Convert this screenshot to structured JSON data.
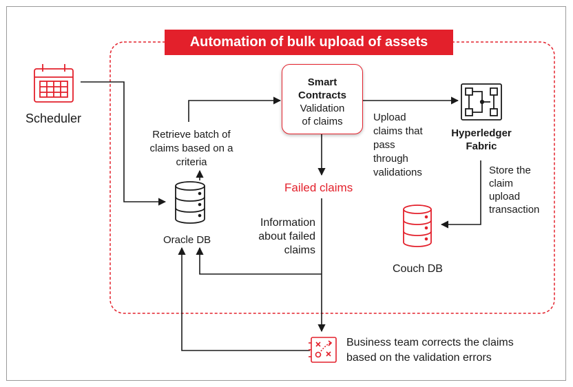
{
  "title": "Automation of bulk upload of assets",
  "colors": {
    "accent": "#e3202b",
    "line": "#1a1a1a"
  },
  "nodes": {
    "scheduler": {
      "label": "Scheduler",
      "icon": "calendar-icon"
    },
    "oracle_db": {
      "label": "Oracle DB",
      "icon": "database-icon"
    },
    "smart_contracts": {
      "title": "Smart Contracts",
      "line1": "Validation",
      "line2": "of claims"
    },
    "hyperledger": {
      "line1": "Hyperledger",
      "line2": "Fabric",
      "icon": "circuit-icon"
    },
    "couch_db": {
      "label": "Couch DB",
      "icon": "database-icon"
    },
    "failed_claims": {
      "label": "Failed claims"
    },
    "business_team": {
      "line1": "Business team corrects the claims",
      "line2": "based on the validation errors",
      "icon": "strategy-board-icon"
    }
  },
  "edge_labels": {
    "retrieve": [
      "Retrieve batch of",
      "claims based on a",
      "criteria"
    ],
    "upload": [
      "Upload",
      "claims that",
      "pass",
      "through",
      "validations"
    ],
    "store": [
      "Store the",
      "claim",
      "upload",
      "transaction"
    ],
    "information": [
      "Information",
      "about failed",
      "claims"
    ]
  }
}
